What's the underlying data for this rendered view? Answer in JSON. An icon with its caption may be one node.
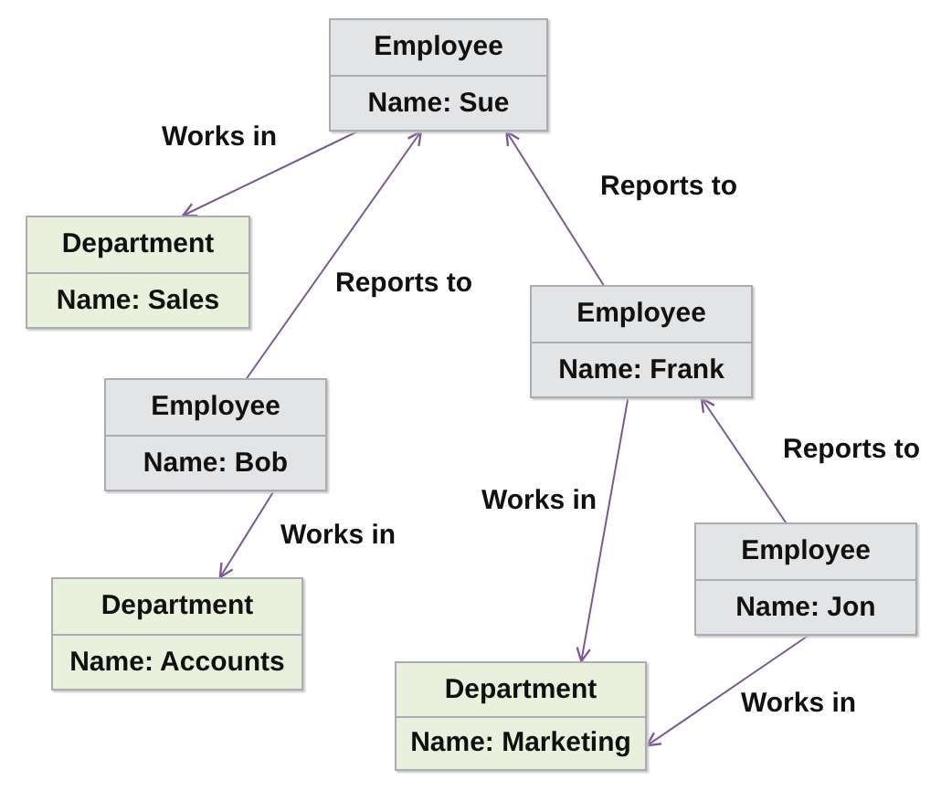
{
  "diagram": {
    "nodes": [
      {
        "text": [
          "Employee",
          "Name: Sue"
        ]
      },
      {
        "text": [
          "Department",
          "Name: Sales"
        ]
      },
      {
        "text": [
          "Employee",
          "Name: Frank"
        ]
      },
      {
        "text": [
          "Employee",
          "Name: Bob"
        ]
      },
      {
        "text": [
          "Department",
          "Name: Accounts"
        ]
      },
      {
        "text": [
          "Employee",
          "Name: Jon"
        ]
      },
      {
        "text": [
          "Department",
          "Name: Marketing"
        ]
      }
    ],
    "edges": [
      {
        "from": 0,
        "to": 1,
        "arrow": "to",
        "label": "Works in"
      },
      {
        "from": 3,
        "to": 0,
        "arrow": "to",
        "label": "Reports to"
      },
      {
        "from": 2,
        "to": 0,
        "arrow": "to",
        "label": "Reports to"
      },
      {
        "from": 3,
        "to": 4,
        "arrow": "to",
        "label": "Works in"
      },
      {
        "from": 2,
        "to": 6,
        "arrow": "to",
        "label": "Works in"
      },
      {
        "from": 5,
        "to": 2,
        "arrow": "to",
        "label": "Reports to"
      },
      {
        "from": 5,
        "to": 6,
        "arrow": "to",
        "label": "Works in"
      }
    ]
  }
}
